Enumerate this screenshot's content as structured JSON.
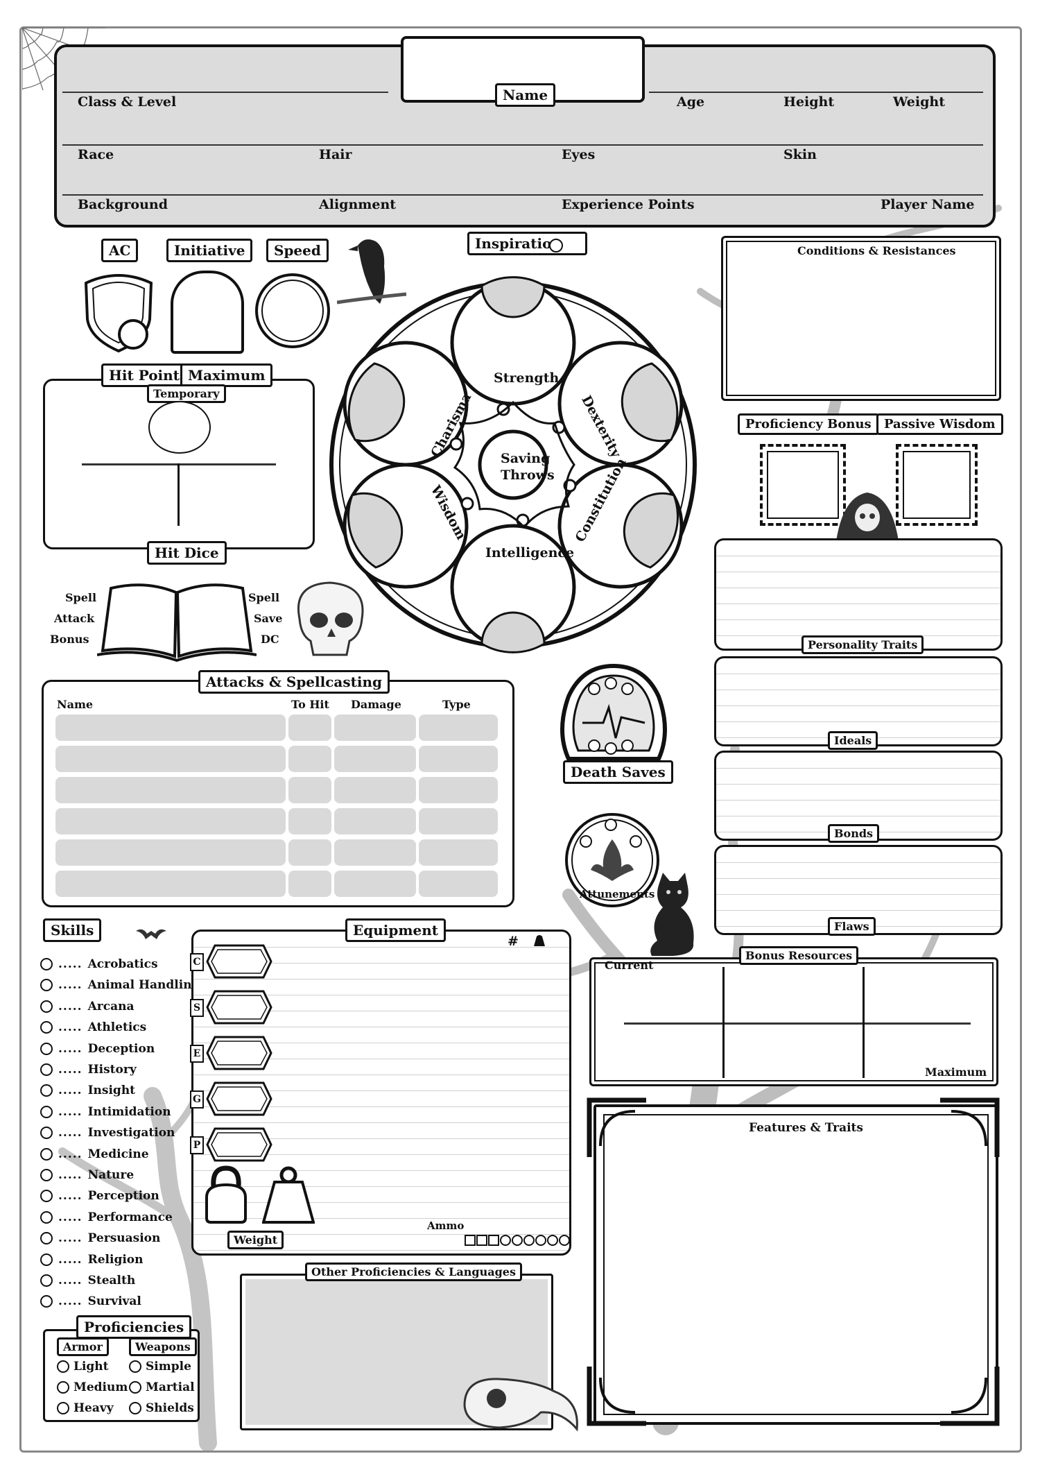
{
  "header": {
    "name_label": "Name",
    "fields_row1": [
      "Class & Level",
      "Age",
      "Height",
      "Weight"
    ],
    "fields_row2": [
      "Race",
      "Hair",
      "Eyes",
      "Skin"
    ],
    "fields_row3": [
      "Background",
      "Alignment",
      "Experience Points",
      "Player Name"
    ]
  },
  "combat": {
    "ac": "AC",
    "initiative": "Initiative",
    "speed": "Speed",
    "inspiration": "Inspiration",
    "hit_points": "Hit Points",
    "maximum": "Maximum",
    "temporary": "Temporary",
    "hit_dice": "Hit Dice"
  },
  "spell": {
    "left": [
      "Spell",
      "Attack",
      "Bonus"
    ],
    "right": [
      "Spell",
      "Save",
      "DC"
    ]
  },
  "abilities": {
    "center": [
      "Saving",
      "Throws"
    ],
    "strength": "Strength",
    "dexterity": "Dexterity",
    "constitution": "Constitution",
    "intelligence": "Intelligence",
    "wisdom": "Wisdom",
    "charisma": "Charisma"
  },
  "right_panel": {
    "conditions": "Conditions & Resistances",
    "proficiency_bonus": "Proficiency Bonus",
    "passive_wisdom": "Passive Wisdom",
    "personality": "Personality Traits",
    "ideals": "Ideals",
    "bonds": "Bonds",
    "flaws": "Flaws"
  },
  "attacks": {
    "title": "Attacks & Spellcasting",
    "columns": [
      "Name",
      "To Hit",
      "Damage",
      "Type"
    ]
  },
  "death_saves": "Death Saves",
  "attunements": "Attunements",
  "skills": {
    "title": "Skills",
    "dots": ".....",
    "items": [
      "Acrobatics",
      "Animal Handling",
      "Arcana",
      "Athletics",
      "Deception",
      "History",
      "Insight",
      "Intimidation",
      "Investigation",
      "Medicine",
      "Nature",
      "Perception",
      "Performance",
      "Persuasion",
      "Religion",
      "Stealth",
      "Survival"
    ]
  },
  "proficiencies": {
    "title": "Proficiencies",
    "armor": "Armor",
    "weapons": "Weapons",
    "armor_items": [
      "Light",
      "Medium",
      "Heavy"
    ],
    "weapon_items": [
      "Simple",
      "Martial",
      "Shields"
    ]
  },
  "equipment": {
    "title": "Equipment",
    "hash": "#",
    "coins": [
      "C",
      "S",
      "E",
      "G",
      "P"
    ],
    "weight": "Weight",
    "ammo": "Ammo"
  },
  "other_prof": "Other Proficiencies & Languages",
  "bonus_resources": {
    "title": "Bonus Resources",
    "current": "Current",
    "maximum": "Maximum"
  },
  "features": "Features & Traits",
  "colors": {
    "ink": "#111111",
    "field_gray": "#dcdcdc",
    "tree_gray": "#b5b5b5"
  }
}
